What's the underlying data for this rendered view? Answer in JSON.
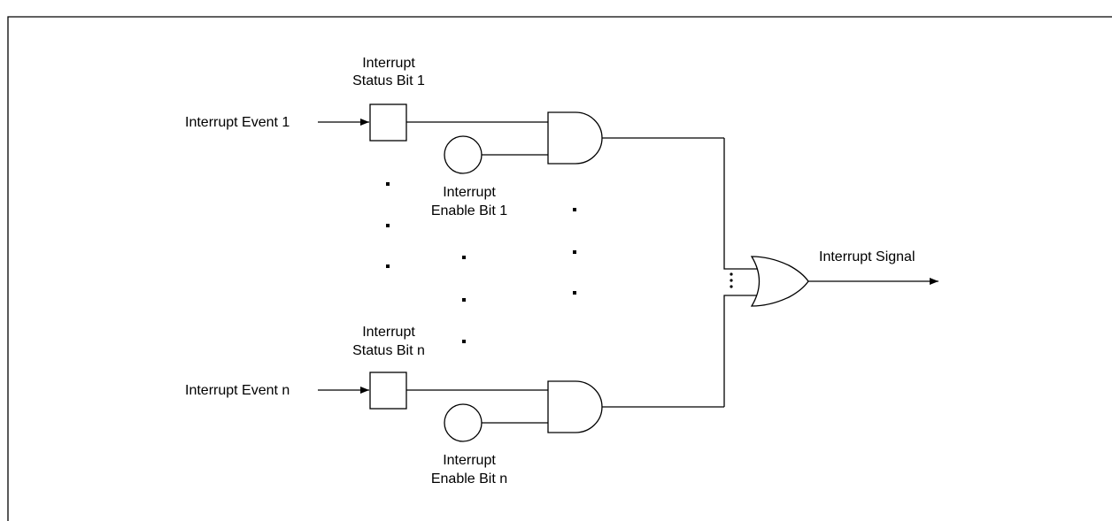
{
  "labels": {
    "event_1": "Interrupt Event 1",
    "event_n": "Interrupt Event n",
    "status_1_line1": "Interrupt",
    "status_1_line2": "Status Bit 1",
    "status_n_line1": "Interrupt",
    "status_n_line2": "Status Bit n",
    "enable_1_line1": "Interrupt",
    "enable_1_line2": "Enable Bit 1",
    "enable_n_line1": "Interrupt",
    "enable_n_line2": "Enable Bit n",
    "output": "Interrupt Signal"
  }
}
